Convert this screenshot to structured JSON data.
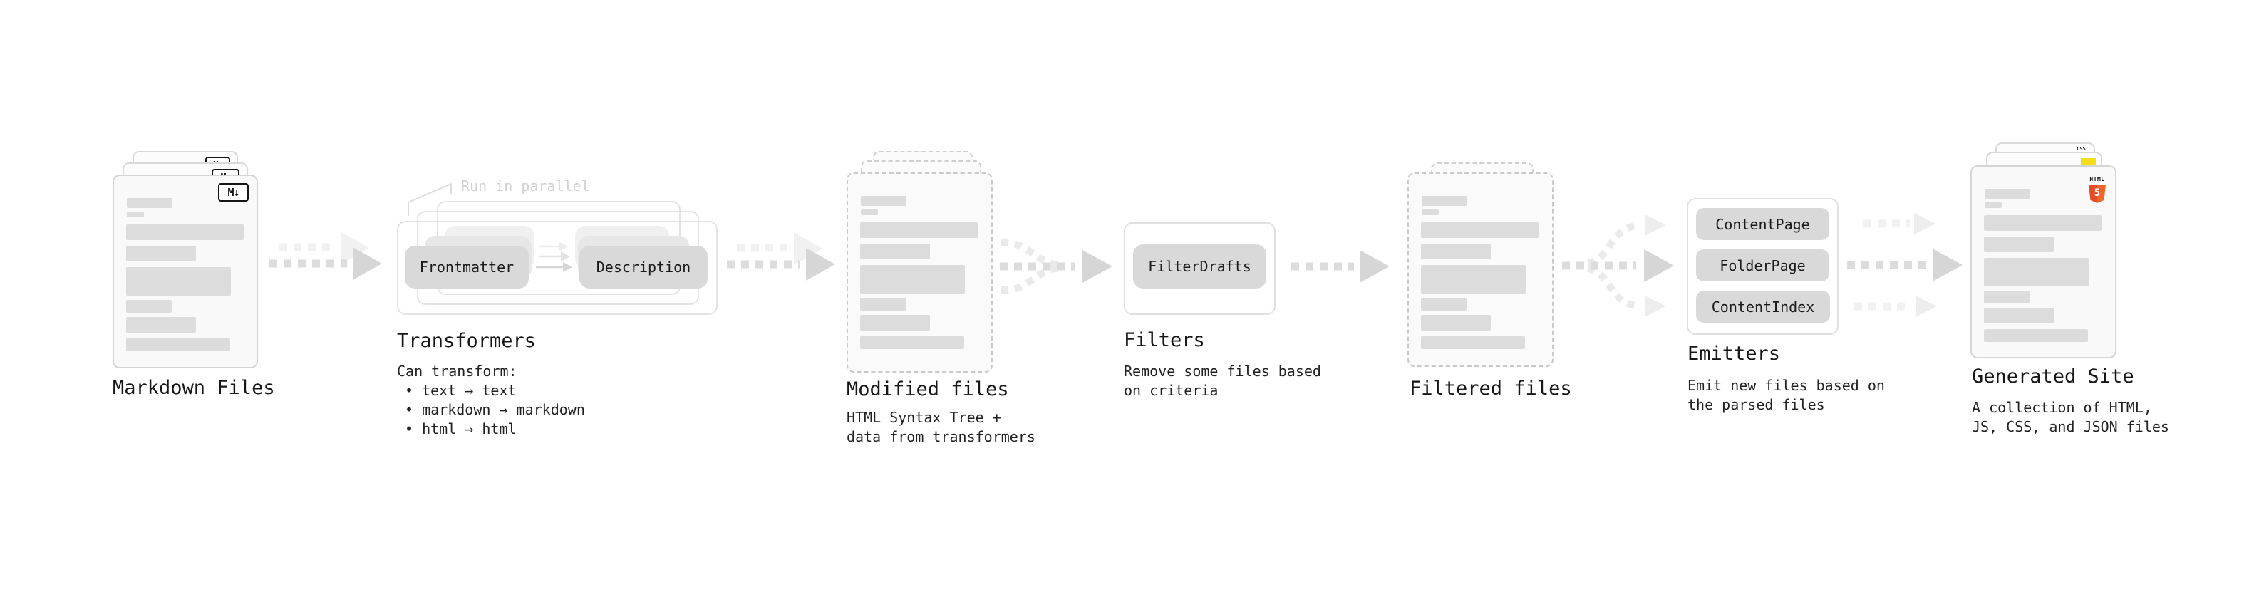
{
  "markdown": {
    "title": "Markdown Files"
  },
  "transformers": {
    "title": "Transformers",
    "note": "Run in parallel",
    "pills": [
      "Frontmatter",
      "Description"
    ],
    "desc_lines": [
      "Can transform:",
      "• text → text",
      "• markdown → markdown",
      "• html → html"
    ]
  },
  "modified": {
    "title": "Modified files",
    "desc_lines": [
      "HTML Syntax Tree +",
      "data from transformers"
    ]
  },
  "filters": {
    "title": "Filters",
    "pill": "FilterDrafts",
    "desc_lines": [
      "Remove some files based",
      "on criteria"
    ]
  },
  "filtered": {
    "title": "Filtered files"
  },
  "emitters": {
    "title": "Emitters",
    "pills": [
      "ContentPage",
      "FolderPage",
      "ContentIndex"
    ],
    "desc_lines": [
      "Emit new files based on",
      "the parsed files"
    ]
  },
  "generated": {
    "title": "Generated Site",
    "desc_lines": [
      "A collection of HTML,",
      "JS, CSS, and JSON files"
    ]
  },
  "badges": {
    "markdown": "M↓",
    "html_word": "HTML",
    "html_number": "5",
    "css_word": "CSS"
  },
  "colors": {
    "bg": "#ffffff",
    "ink": "#141414",
    "accent_html5": "#e44d26",
    "accent_js": "#f5de19",
    "accent_css": "#2f6fed"
  }
}
